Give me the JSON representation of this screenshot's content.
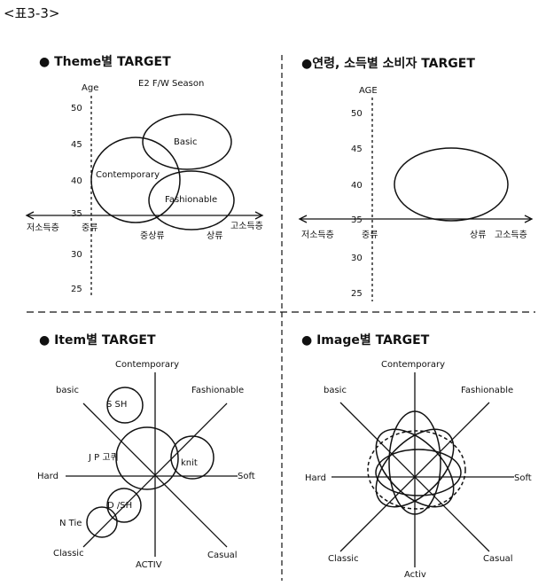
{
  "figure_label": "<표3-3>",
  "panels": {
    "theme": {
      "title": "● Theme별  TARGET",
      "axis_y_label": "Age",
      "season_note": "E2 F/W Season",
      "y_ticks": [
        "50",
        "45",
        "40",
        "35",
        "30",
        "25"
      ],
      "x_left": "저소득층",
      "x_labels": [
        "중류",
        "중상류",
        "상류"
      ],
      "x_right": "고소득층",
      "ellipses": [
        "Contemporary",
        "Basic",
        "Fashionable"
      ]
    },
    "age_income": {
      "title": "●연령, 소득별  소비자  TARGET",
      "axis_y_label": "AGE",
      "y_ticks": [
        "50",
        "45",
        "40",
        "35",
        "30",
        "25"
      ],
      "x_left": "저소득층",
      "x_labels": [
        "중류",
        "상류"
      ],
      "x_right": "고소득층"
    },
    "item": {
      "title": "● Item별  TARGET",
      "axes": {
        "top": "Contemporary",
        "bottom": "ACTIV",
        "left": "Hard",
        "right": "Soft",
        "top_left": "basic",
        "top_right": "Fashionable",
        "bottom_left": "Classic",
        "bottom_right": "Casual"
      },
      "items": [
        "S  SH",
        "J  P  고퀴",
        "knit",
        "D /SH",
        "N  Tie"
      ]
    },
    "image": {
      "title": "● Image별  TARGET",
      "axes": {
        "top": "Contemporary",
        "bottom": "Activ",
        "left": "Hard",
        "right": "Soft",
        "top_left": "basic",
        "top_right": "Fashionable",
        "bottom_left": "Classic",
        "bottom_right": "Casual"
      }
    }
  }
}
